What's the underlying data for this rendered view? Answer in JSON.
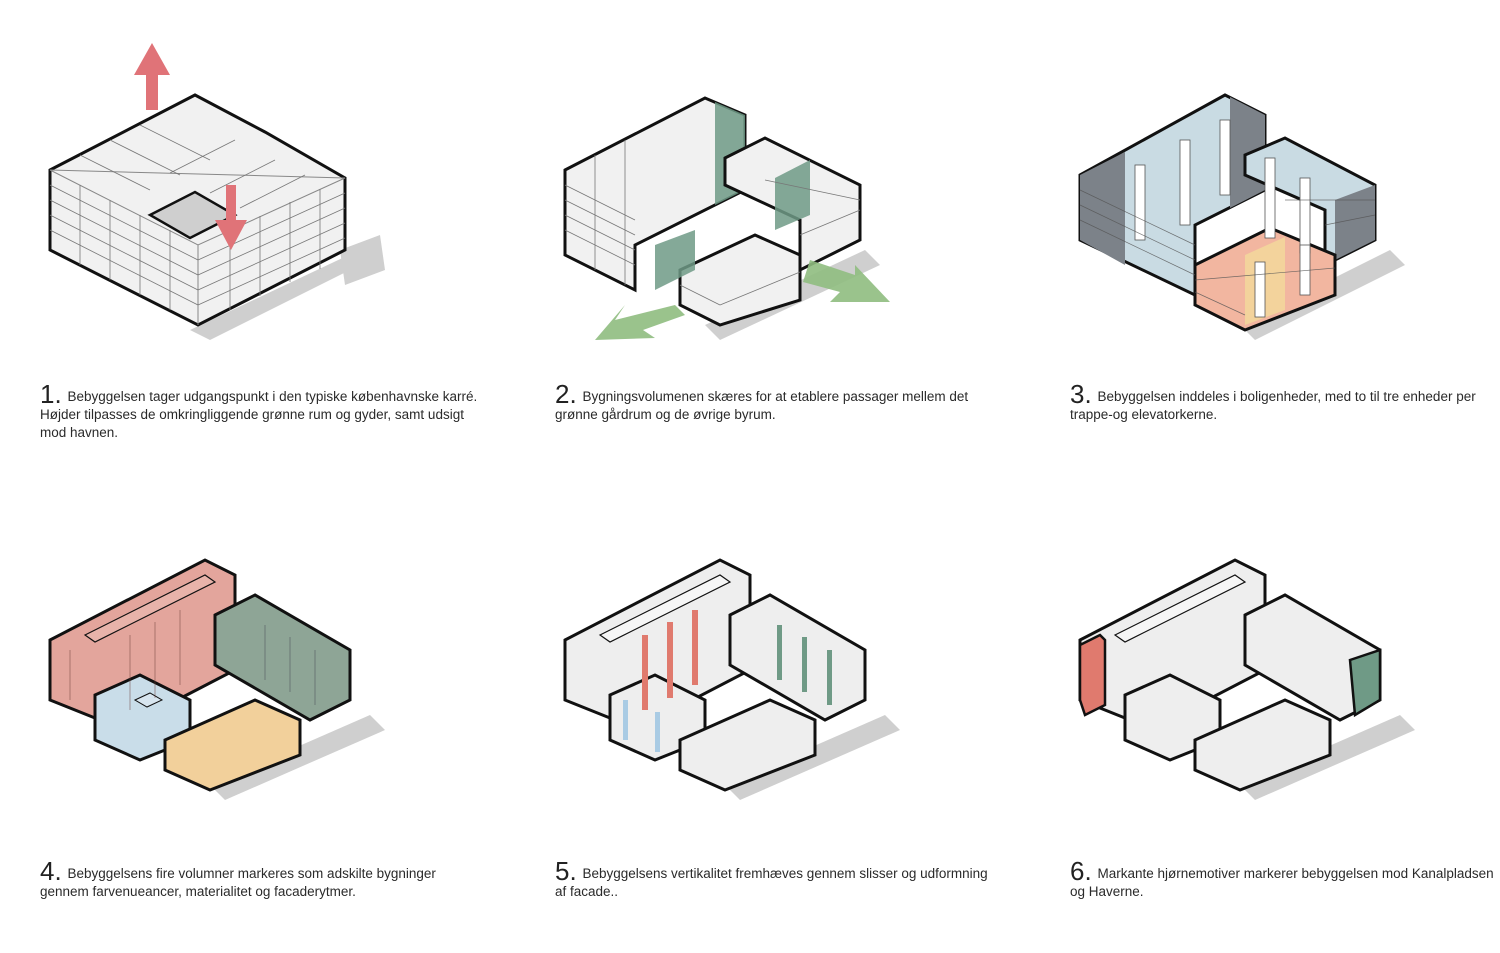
{
  "colors": {
    "outline": "#111111",
    "white_volume": "#f1f1f1",
    "shadow": "#cfcfcf",
    "arrow_red": "#e07378",
    "arrow_green": "#8fbd7f",
    "accent_green": "#6f9a86",
    "unit_blue": "#c9dbe3",
    "unit_dark_grey": "#7c8289",
    "unit_peach": "#f2b6a0",
    "unit_yellow": "#f3d39c",
    "vol_red": "#e3a59c",
    "vol_green": "#8ea596",
    "vol_blue": "#c9dde9",
    "vol_yellow": "#f2d09b"
  },
  "panels": [
    {
      "number": "1.",
      "text": "Bebyggelsen tager udgangspunkt i den typiske københavnske karré. Højder tilpasses de omkringliggende grønne rum og gyder, samt udsigt mod havnen.",
      "figure": "perimeter-block-height-arrows"
    },
    {
      "number": "2.",
      "text": "Bygningsvolumenen skæres for at etablere passager mellem det grønne gårdrum og de øvrige byrum.",
      "figure": "cut-volume-passage-arrows"
    },
    {
      "number": "3.",
      "text": "Bebyggelsen inddeles i boligenheder, med to til tre enheder per trappe-og elevatorkerne.",
      "figure": "housing-units-cores"
    },
    {
      "number": "4.",
      "text": "Bebyggelsens fire volumner markeres som adskilte bygninger gennem farvenueancer, materialitet og facaderytmer.",
      "figure": "four-colored-volumes"
    },
    {
      "number": "5.",
      "text": "Bebyggelsens vertikalitet fremhæves gennem slisser og udformning af facade..",
      "figure": "vertical-slits"
    },
    {
      "number": "6.",
      "text": "Markante hjørnemotiver markerer bebyggelsen mod Kanalpladsen og Haverne.",
      "figure": "corner-motifs"
    }
  ]
}
